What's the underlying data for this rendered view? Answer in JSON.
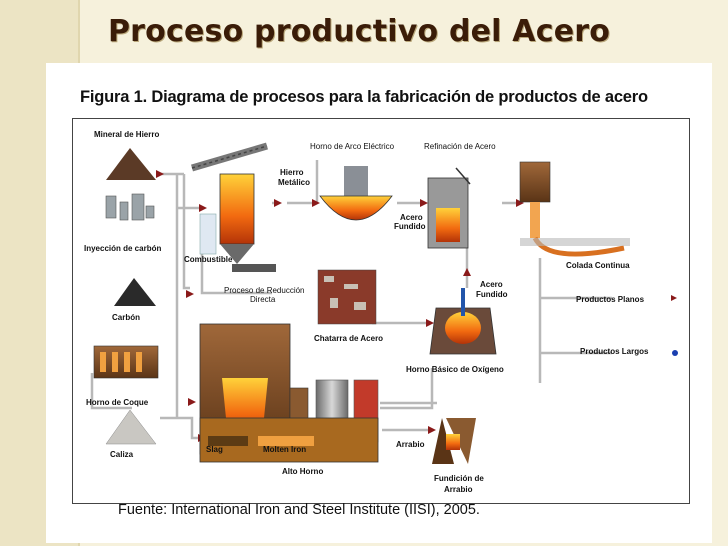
{
  "slide": {
    "title": "Proceso productivo del Acero"
  },
  "figure": {
    "caption": "Figura 1. Diagrama de procesos para la fabricación de productos de acero",
    "source": "Fuente: International Iron and Steel Institute (IISI), 2005."
  },
  "diagram": {
    "labels": {
      "mineral_hierro": "Mineral de Hierro",
      "inyeccion_carbon": "Inyección de carbón",
      "carbon": "Carbón",
      "horno_coque": "Horno de Coque",
      "caliza": "Caliza",
      "combustible": "Combustible",
      "hierro_metalico_1": "Hierro",
      "hierro_metalico_2": "Metálico",
      "reduccion_directa_1": "Proceso de Reducción",
      "reduccion_directa_2": "Directa",
      "horno_arco": "Horno de Arco Eléctrico",
      "refinacion": "Refinación de Acero",
      "acero_fundido_a_1": "Acero",
      "acero_fundido_a_2": "Fundido",
      "colada_continua": "Colada Continua",
      "chatarra": "Chatarra de Acero",
      "acero_fundido_b_1": "Acero",
      "acero_fundido_b_2": "Fundido",
      "horno_basico": "Horno Básico de Oxígeno",
      "productos_planos": "Productos Planos",
      "productos_largos": "Productos Largos",
      "slag": "Slag",
      "molten_iron": "Molten Iron",
      "alto_horno": "Alto Horno",
      "arrabio": "Arrabio",
      "fundicion_1": "Fundición de",
      "fundicion_2": "Arrabio"
    },
    "colors": {
      "arrow": "#8a1a1a",
      "connector": "#b8b8b8",
      "blue_marker": "#1a3fb0",
      "molten": "#f26a10"
    }
  }
}
